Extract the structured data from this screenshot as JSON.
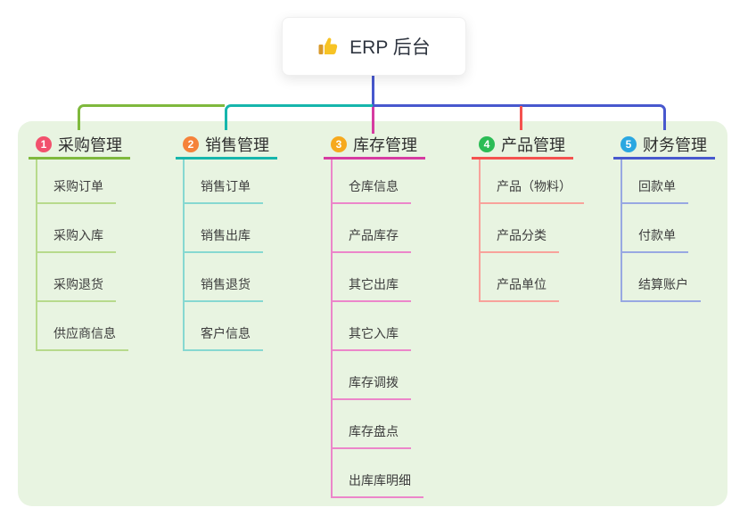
{
  "theme": {
    "page_bg": "#ffffff",
    "panel_bg": "#e8f4e1",
    "stem_color": "#4858ce"
  },
  "root": {
    "title": "ERP 后台",
    "icon": "thumbs-up"
  },
  "branches": [
    {
      "index": "1",
      "label": "采购管理",
      "badge_color": "#f2516d",
      "line_color": "#7fb93d",
      "light_color": "#b7da8c",
      "items": [
        "采购订单",
        "采购入库",
        "采购退货",
        "供应商信息"
      ]
    },
    {
      "index": "2",
      "label": "销售管理",
      "badge_color": "#f5823a",
      "line_color": "#16b6ac",
      "light_color": "#86d8d1",
      "items": [
        "销售订单",
        "销售出库",
        "销售退货",
        "客户信息"
      ]
    },
    {
      "index": "3",
      "label": "库存管理",
      "badge_color": "#f6a91d",
      "line_color": "#d63ba1",
      "light_color": "#ec86ca",
      "items": [
        "仓库信息",
        "产品库存",
        "其它出库",
        "其它入库",
        "库存调拨",
        "库存盘点",
        "出库库明细"
      ]
    },
    {
      "index": "4",
      "label": "产品管理",
      "badge_color": "#2bbc55",
      "line_color": "#f4524f",
      "light_color": "#f8a29b",
      "items": [
        "产品（物料）",
        "产品分类",
        "产品单位"
      ]
    },
    {
      "index": "5",
      "label": "财务管理",
      "badge_color": "#2aa7e1",
      "line_color": "#4858ce",
      "light_color": "#98a8e2",
      "items": [
        "回款单",
        "付款单",
        "结算账户"
      ]
    }
  ]
}
